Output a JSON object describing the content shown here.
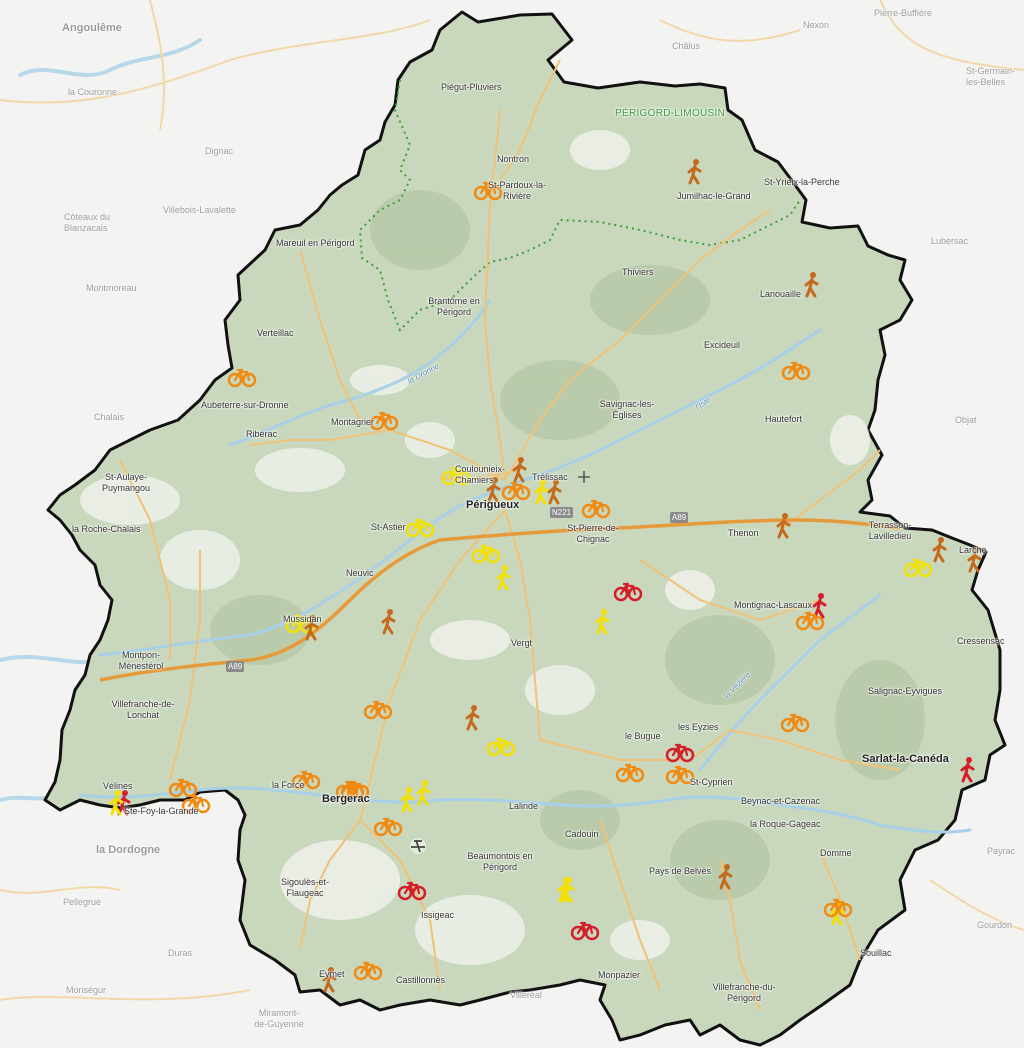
{
  "colors": {
    "background": "#f3f3f1",
    "department_fill": "#c9d8bd",
    "department_border": "#111111",
    "roads": "#f0c277",
    "motorway": "#e69a3a",
    "rivers": "#a8d0e8",
    "park_boundary": "#3aa03a",
    "marker_orange": "#f08a12",
    "marker_yellow": "#f2e100",
    "marker_red": "#d41f2a",
    "marker_brown": "#c46a1c"
  },
  "labels": {
    "outside": {
      "angouleme": "Angoulême",
      "la_couronne": "la Couronne",
      "dignac": "Dignac",
      "coteaux_blanzacais": "Côteaux du Blanzacais",
      "montmoreau": "Montmoreau",
      "villebois": "Villebois-Lavalette",
      "chalais": "Chalais",
      "objat": "Objat",
      "lubersac": "Lubersac",
      "st_germain": "St-Germain-les-Belles",
      "chalus": "Châlus",
      "nexon": "Nexon",
      "pierre_buffiere": "Pierre-Buffière",
      "la_dordogne": "la Dordogne",
      "pellegrue": "Pellegrue",
      "duras": "Duras",
      "monsegur": "Monségur",
      "miramont": "Miramont-de-Guyenne",
      "villereal": "Villeréal",
      "gourdon": "Gourdon",
      "payrac": "Payrac"
    },
    "park_name": "PÉRIGORD-LIMOUSIN",
    "rivers": {
      "dronne": "la Dronne",
      "isle": "l'Isle",
      "vezere": "la Vézère"
    },
    "roads": {
      "a89": "A89",
      "a89_west": "A89",
      "n221": "N221"
    },
    "towns": {
      "perigueux": "Périgueux",
      "bergerac": "Bergerac",
      "sarlat": "Sarlat-la-Canéda",
      "piegut": "Piégut-Pluviers",
      "nontron": "Nontron",
      "st_pardoux": "St-Pardoux-la-Rivière",
      "jumilhac": "Jumilhac-le-Grand",
      "st_yrieix": "St-Yrieix-la-Perche",
      "mareuil": "Mareuil en Périgord",
      "thiviers": "Thiviers",
      "brantome": "Brantôme en Périgord",
      "lanouaille": "Lanouaille",
      "verteillac": "Verteillac",
      "excideuil": "Excideuil",
      "aubeterre": "Aubeterre-sur-Dronne",
      "montagrier": "Montagrier",
      "savignac": "Savignac-les-Églises",
      "hautefort": "Hautefort",
      "riberac": "Ribérac",
      "st_aulaye": "St-Aulaye-Puymangou",
      "coulounieix": "Coulounieix-Chamiers",
      "trelissac": "Trélissac",
      "la_roche_chalais": "la Roche-Chalais",
      "st_astier": "St-Astier",
      "st_pierre": "St-Pierre-de-Chignac",
      "thenon": "Thenon",
      "terrasson": "Terrasson-Lavilledieu",
      "neuvic": "Neuvic",
      "larche": "Larche",
      "montignac": "Montignac-Lascaux",
      "mussidan": "Mussidan",
      "cressensac": "Cressensac",
      "montpon": "Montpon-Ménestérol",
      "vergt": "Vergt",
      "salignac": "Salignac-Eyvigues",
      "villefranche_lonchat": "Villefranche-de-Lonchat",
      "les_eyzies": "les Eyzies",
      "le_bugue": "le Bugue",
      "st_cyprien": "St-Cyprien",
      "la_force": "la Force",
      "velines": "Vélines",
      "ste_foy": "Ste-Foy-la-Grande",
      "lalinde": "Lalinde",
      "beynac": "Beynac-et-Cazenac",
      "roque_gageac": "la Roque-Gageac",
      "cadouin": "Cadouin",
      "domme": "Domme",
      "beaumontois": "Beaumontois en Périgord",
      "sigoules": "Sigoulès-et-Flaugeac",
      "pays_belves": "Pays de Belvès",
      "issigeac": "Issigeac",
      "souillac": "Souillac",
      "monpazier": "Monpazier",
      "eymet": "Eymet",
      "castillonnes": "Castillonnès",
      "villefranche_perigord": "Villefranche-du-Périgord"
    }
  },
  "markers": [
    {
      "type": "bike",
      "color": "orange"
    },
    {
      "type": "walk",
      "color": "brown"
    },
    {
      "type": "walk",
      "color": "brown"
    },
    {
      "type": "bike",
      "color": "orange"
    },
    {
      "type": "bike",
      "color": "orange"
    },
    {
      "type": "bike",
      "color": "orange"
    },
    {
      "type": "bike",
      "color": "yellow"
    },
    {
      "type": "walk",
      "color": "brown"
    },
    {
      "type": "walk",
      "color": "brown"
    },
    {
      "type": "bike",
      "color": "orange"
    },
    {
      "type": "walk",
      "color": "yellow"
    },
    {
      "type": "walk",
      "color": "brown"
    },
    {
      "type": "bike",
      "color": "orange"
    },
    {
      "type": "bike",
      "color": "yellow"
    },
    {
      "type": "bike",
      "color": "yellow"
    },
    {
      "type": "walk",
      "color": "brown"
    },
    {
      "type": "walk",
      "color": "brown"
    },
    {
      "type": "walk",
      "color": "brown"
    },
    {
      "type": "bike",
      "color": "yellow"
    },
    {
      "type": "walk",
      "color": "yellow"
    },
    {
      "type": "bike",
      "color": "red"
    },
    {
      "type": "walk",
      "color": "red"
    },
    {
      "type": "bike",
      "color": "orange"
    },
    {
      "type": "bike",
      "color": "yellow"
    },
    {
      "type": "walk",
      "color": "brown"
    },
    {
      "type": "walk",
      "color": "brown"
    },
    {
      "type": "walk",
      "color": "yellow"
    },
    {
      "type": "bike",
      "color": "orange"
    },
    {
      "type": "walk",
      "color": "brown"
    },
    {
      "type": "bike",
      "color": "yellow"
    },
    {
      "type": "bike",
      "color": "orange"
    },
    {
      "type": "bike",
      "color": "red"
    },
    {
      "type": "bike",
      "color": "orange"
    },
    {
      "type": "bike",
      "color": "orange"
    },
    {
      "type": "bike",
      "color": "orange"
    },
    {
      "type": "walk",
      "color": "red"
    },
    {
      "type": "bike",
      "color": "orange"
    },
    {
      "type": "walk",
      "color": "yellow"
    },
    {
      "type": "walk",
      "color": "red"
    },
    {
      "type": "bike",
      "color": "orange"
    },
    {
      "type": "bike",
      "color": "orange"
    },
    {
      "type": "bike",
      "color": "orange"
    },
    {
      "type": "bike",
      "color": "orange"
    },
    {
      "type": "walk",
      "color": "yellow"
    },
    {
      "type": "walk",
      "color": "yellow"
    },
    {
      "type": "walk",
      "color": "yellow"
    },
    {
      "type": "bike",
      "color": "red"
    },
    {
      "type": "walk",
      "color": "yellow"
    },
    {
      "type": "bike",
      "color": "red"
    },
    {
      "type": "walk",
      "color": "brown"
    },
    {
      "type": "bike",
      "color": "orange"
    },
    {
      "type": "walk",
      "color": "yellow"
    },
    {
      "type": "bike",
      "color": "orange"
    },
    {
      "type": "walk",
      "color": "brown"
    }
  ],
  "icons": {
    "walk": "walking-icon",
    "bike": "bicycle-icon",
    "airport": "airport-icon"
  }
}
